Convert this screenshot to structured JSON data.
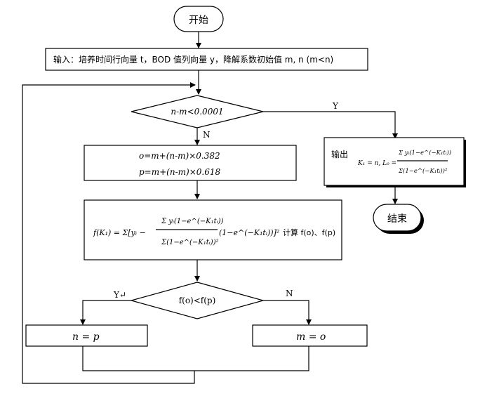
{
  "start": "开始",
  "end": "结束",
  "input_text": "输入：培养时间行向量 t，BOD 值列向量 y，降解系数初始值 m, n (m<n)",
  "condition1": "n-m<0.0001",
  "condition1_yes": "Y",
  "condition1_no": "N",
  "compute_o": "o=m+(n-m)×0.382",
  "compute_p": "p=m+(n-m)×0.618",
  "objective_prefix": "f(K₁) = Σ[yᵢ − ",
  "objective_suffix": "(1−e^(−K₁tᵢ))]²",
  "objective_fraction_num": "Σ yᵢ(1−e^(−K₁tᵢ))",
  "objective_fraction_den": "Σ(1−e^(−K₁tᵢ))²",
  "objective_action": "计算 f(o)、f(p)",
  "output_label": "输出",
  "output_formula_left": "K₁ = n, L₀ =",
  "output_fraction_num": "Σ yᵢ(1−e^(−K₁tᵢ))",
  "output_fraction_den": "Σ(1−e^(−K₁tᵢ))²",
  "condition2": "f(o)<f(p)",
  "condition2_yes": "Y↵",
  "condition2_no": "N",
  "assign_left": "n = p",
  "assign_right": "m = o"
}
